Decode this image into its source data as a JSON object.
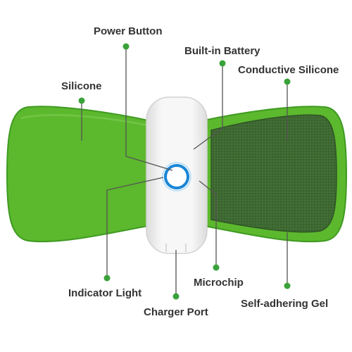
{
  "labels": {
    "power_button": "Power Button",
    "built_in_battery": "Built-in Battery",
    "silicone": "Silicone",
    "conductive_silicone": "Conductive Silicone",
    "indicator_light": "Indicator Light",
    "microchip": "Microchip",
    "charger_port": "Charger Port",
    "self_adhering_gel": "Self-adhering Gel"
  },
  "colors": {
    "silicone_green": "#5cb82d",
    "silicone_edge": "#3f9a22",
    "gel_dark_green": "#3e6b32",
    "hub_white": "#f1f1f1",
    "indicator_ring": "#1a86d6",
    "pointer_dot": "#3aa23a"
  },
  "icons": {
    "indicator": "blue-ring-light"
  }
}
